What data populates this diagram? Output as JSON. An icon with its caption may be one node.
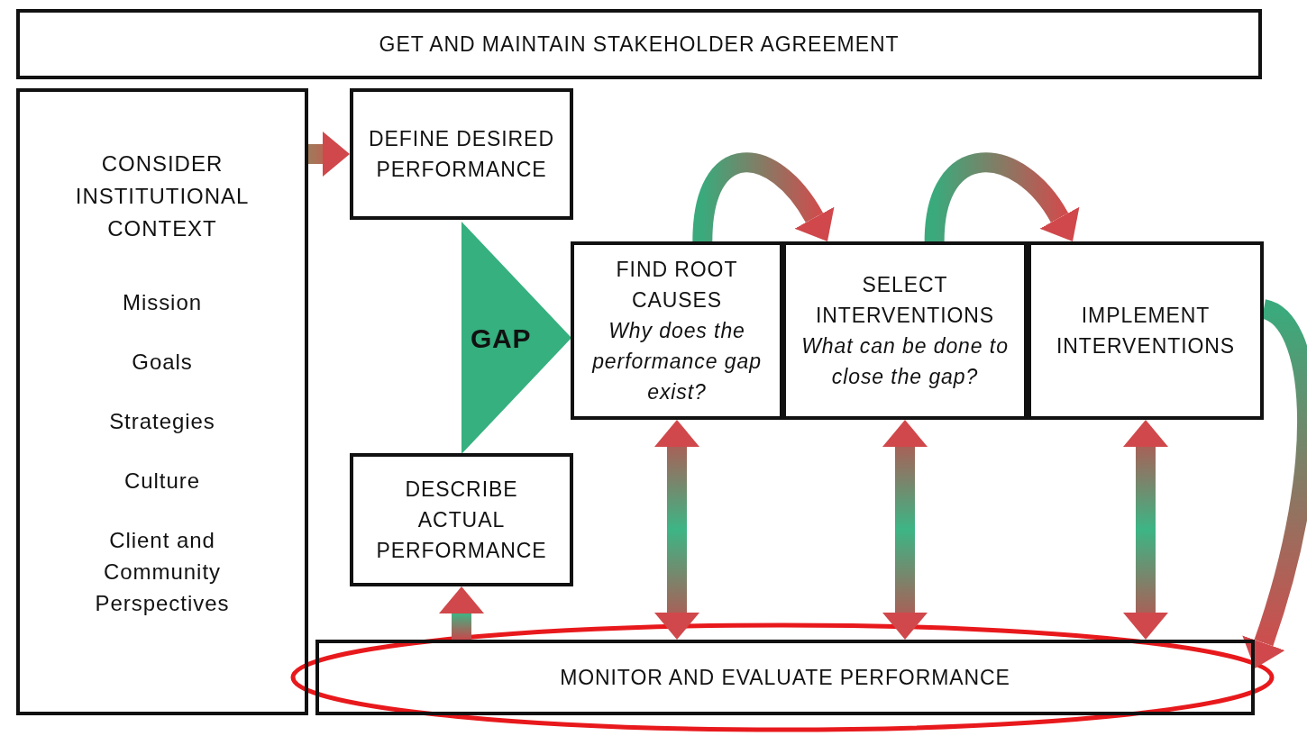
{
  "diagram": {
    "nodes": [
      {
        "text": [
          "GET AND MAINTAIN STAKEHOLDER AGREEMENT"
        ]
      },
      {
        "text": [
          "CONSIDER INSTITUTIONAL CONTEXT",
          "Mission",
          "Goals",
          "Strategies",
          "Culture",
          "Client and Community Perspectives"
        ]
      },
      {
        "text": [
          "DEFINE DESIRED PERFORMANCE"
        ]
      },
      {
        "text": [
          "GAP"
        ]
      },
      {
        "text": [
          "FIND ROOT CAUSES",
          "Why does the performance gap exist?"
        ]
      },
      {
        "text": [
          "SELECT INTERVENTIONS",
          "What can be done to close the gap?"
        ]
      },
      {
        "text": [
          "IMPLEMENT INTERVENTIONS"
        ]
      },
      {
        "text": [
          "DESCRIBE ACTUAL PERFORMANCE"
        ]
      },
      {
        "text": [
          "MONITOR AND EVALUATE PERFORMANCE"
        ]
      }
    ],
    "edges": [
      {
        "from": 1,
        "to": 2,
        "arrow": "to"
      },
      {
        "from": 4,
        "to": 5,
        "arrow": "to"
      },
      {
        "from": 5,
        "to": 6,
        "arrow": "to"
      },
      {
        "from": 6,
        "to": 8,
        "arrow": "to"
      },
      {
        "from": 4,
        "to": 8,
        "arrow": "both"
      },
      {
        "from": 5,
        "to": 8,
        "arrow": "both"
      },
      {
        "from": 6,
        "to": 8,
        "arrow": "both"
      },
      {
        "from": 8,
        "to": 7,
        "arrow": "to"
      }
    ]
  }
}
